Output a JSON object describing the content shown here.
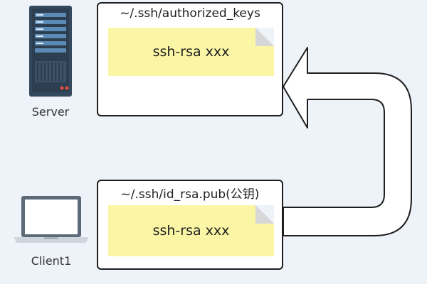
{
  "server": {
    "label": "Server",
    "file": {
      "title": "~/.ssh/authorized_keys",
      "content": "ssh-rsa xxx"
    }
  },
  "client": {
    "label": "Client1",
    "file": {
      "title": "~/.ssh/id_rsa.pub(公钥)",
      "content": "ssh-rsa xxx"
    }
  },
  "arrow": {
    "from": "client-file-box",
    "to": "server-file-box"
  },
  "colors": {
    "background": "#eef2f9",
    "note_fill": "#fbf6a6",
    "server_body": "#34495e",
    "server_screen": "#5b8ab6",
    "laptop_frame": "#5d6a78",
    "laptop_screen": "#ffffff",
    "box_border": "#1f1f1f"
  },
  "icons": [
    "server-icon",
    "laptop-icon"
  ]
}
